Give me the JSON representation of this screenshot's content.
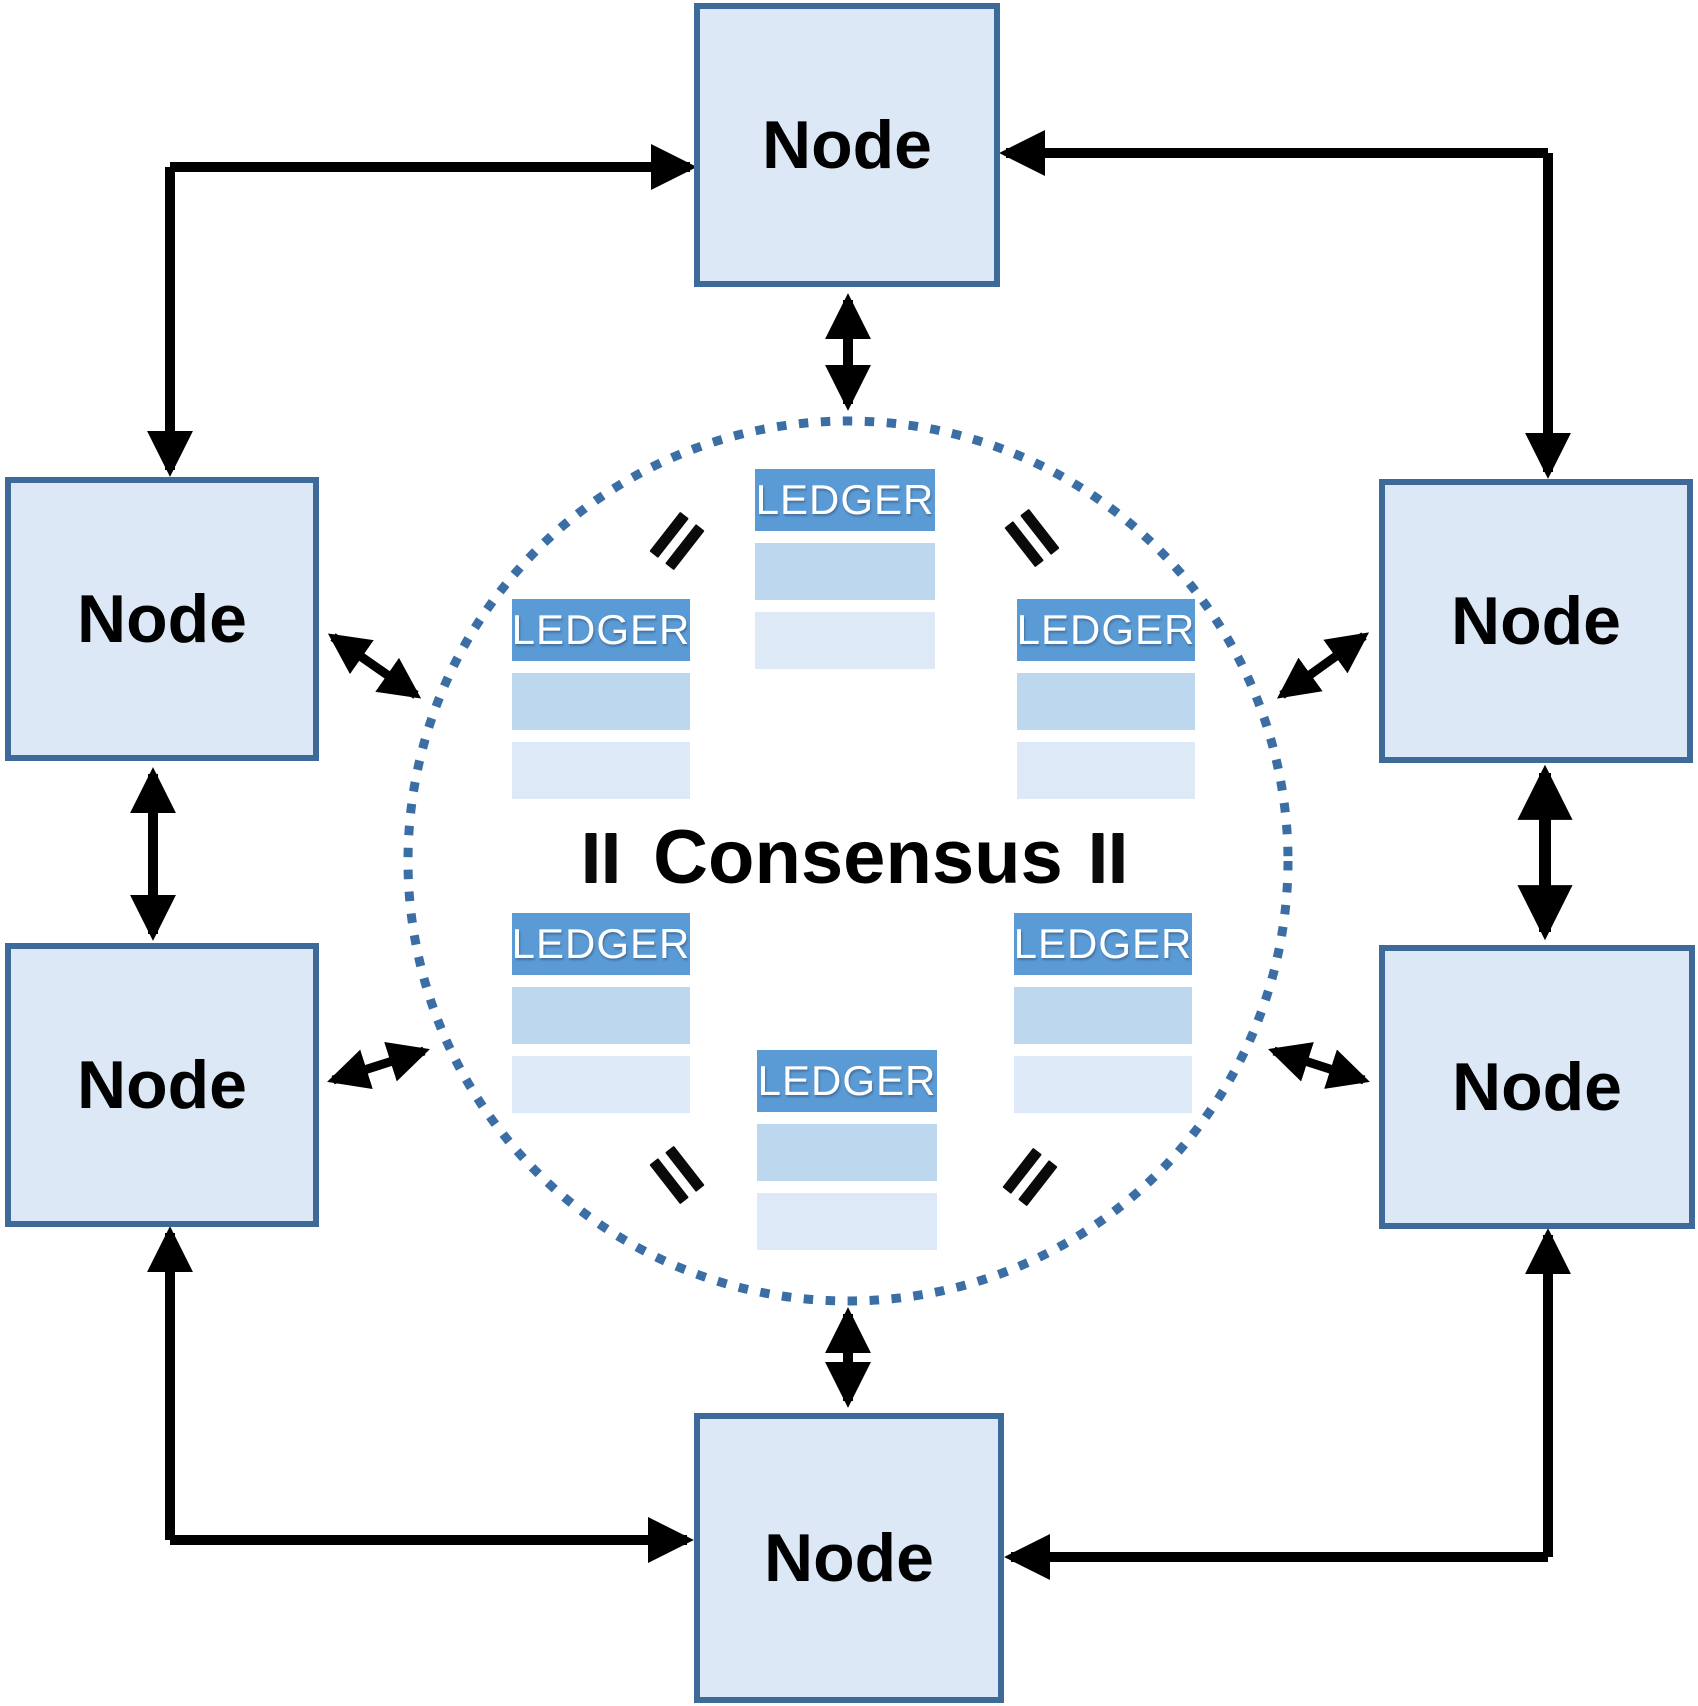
{
  "diagram": {
    "type": "blockchain-consensus-network",
    "center_label": "Consensus",
    "equals_symbol": "=",
    "nodes": [
      {
        "id": "top",
        "label": "Node"
      },
      {
        "id": "left-upper",
        "label": "Node"
      },
      {
        "id": "right-upper",
        "label": "Node"
      },
      {
        "id": "left-lower",
        "label": "Node"
      },
      {
        "id": "right-lower",
        "label": "Node"
      },
      {
        "id": "bottom",
        "label": "Node"
      }
    ],
    "ledgers": [
      {
        "id": "top",
        "label": "LEDGER",
        "rows": 2
      },
      {
        "id": "left-upper",
        "label": "LEDGER",
        "rows": 2
      },
      {
        "id": "right-upper",
        "label": "LEDGER",
        "rows": 2
      },
      {
        "id": "left-lower",
        "label": "LEDGER",
        "rows": 2
      },
      {
        "id": "right-lower",
        "label": "LEDGER",
        "rows": 2
      },
      {
        "id": "bottom",
        "label": "LEDGER",
        "rows": 2
      }
    ],
    "connections": [
      "top-node <-> consensus-circle",
      "bottom-node <-> consensus-circle",
      "left-upper-node <-> consensus-circle",
      "left-lower-node <-> consensus-circle",
      "right-upper-node <-> consensus-circle",
      "right-lower-node <-> consensus-circle",
      "left-upper-node <-> top-node (elbow)",
      "top-node <-> right-upper-node (elbow)",
      "left-lower-node <-> bottom-node (elbow)",
      "bottom-node <-> right-lower-node (elbow)",
      "left-upper-node <-> left-lower-node",
      "right-upper-node <-> right-lower-node"
    ],
    "colors": {
      "node_fill": "#dce8f5",
      "node_border": "#3d6a99",
      "ledger_header": "#5b9bd5",
      "ledger_row_1": "#bdd7ee",
      "ledger_row_2": "#dde9f6",
      "circle_dotted": "#3a6ea5",
      "arrow": "#000000",
      "ledger_text": "#ffffff",
      "label_text": "#000000"
    }
  }
}
